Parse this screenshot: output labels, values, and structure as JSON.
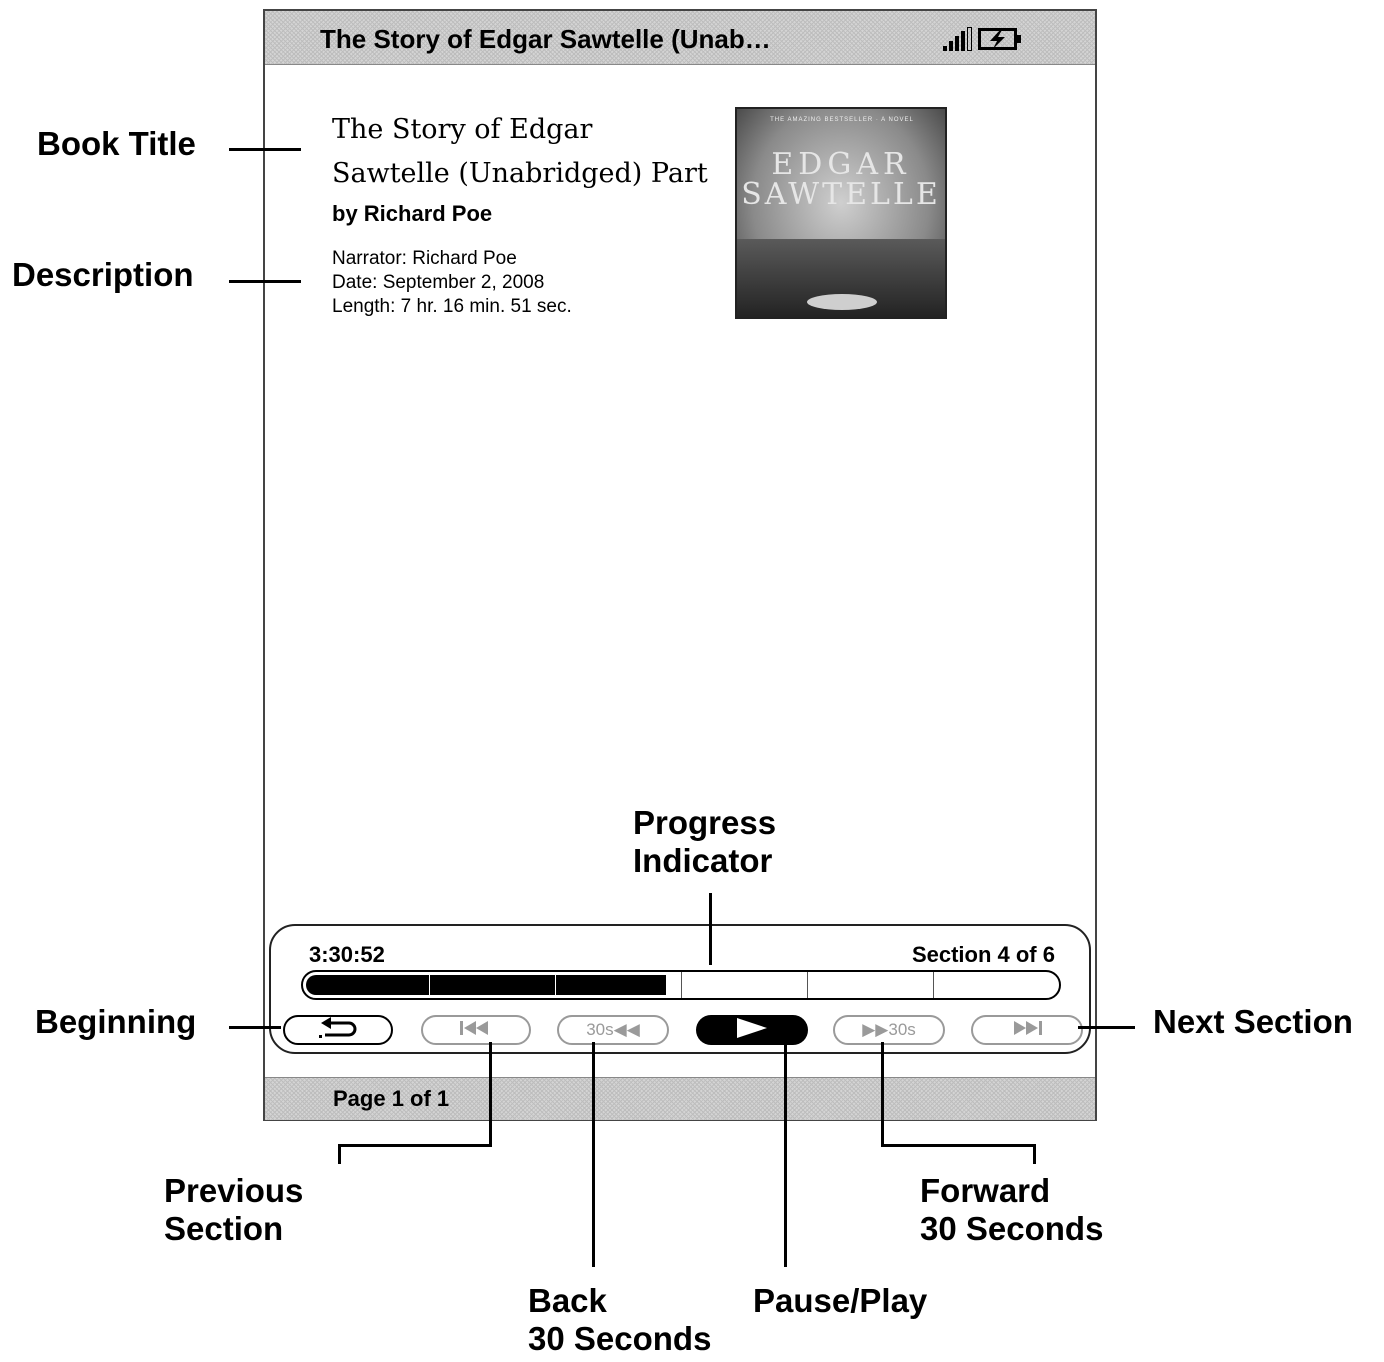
{
  "window": {
    "title": "The Story of Edgar Sawtelle (Unab…"
  },
  "status_icons": {
    "signal": "signal-strength-icon",
    "battery": "battery-charging-icon"
  },
  "book": {
    "title_line1": "The Story of Edgar",
    "title_line2": "Sawtelle (Unabridged) Part",
    "author": "by Richard Poe",
    "narrator": "Narrator: Richard Poe",
    "date": "Date: September 2, 2008",
    "length": "Length: 7 hr. 16 min. 51 sec."
  },
  "cover": {
    "top_text": "THE AMAZING BESTSELLER · A NOVEL",
    "word1": "EDGAR",
    "word2": "SAWTELLE"
  },
  "player": {
    "elapsed": "3:30:52",
    "section": "Section 4 of 6",
    "progress_fraction": 0.48,
    "sections_total": 6,
    "buttons": {
      "beginning_icon": "return-arrow-icon",
      "previous_icon": "skip-back-icon",
      "back30_label": "30s◀◀",
      "play_icon": "play-icon",
      "forward30_label": "▶▶30s",
      "next_icon": "skip-forward-icon"
    }
  },
  "status": {
    "page": "Page 1 of 1"
  },
  "callouts": {
    "book_title": "Book Title",
    "description": "Description",
    "progress1": "Progress",
    "progress2": "Indicator",
    "beginning": "Beginning",
    "next_section": "Next Section",
    "previous1": "Previous",
    "previous2": "Section",
    "back1": "Back",
    "back2": "30 Seconds",
    "pause_play": "Pause/Play",
    "forward1": "Forward",
    "forward2": "30 Seconds"
  }
}
